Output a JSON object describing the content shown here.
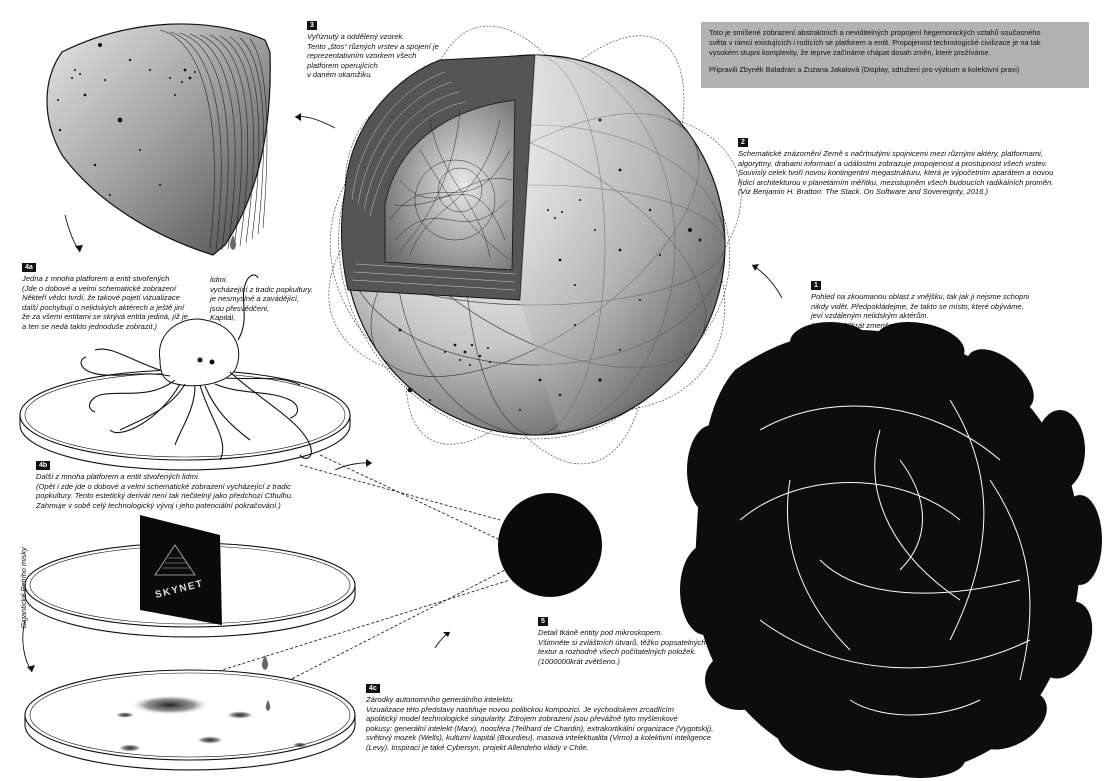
{
  "info_box": {
    "text": "Toto je smíšené zobrazení abstraktních a neviditelných propojení hegemonických vztahů současného\nsvěta v rámci existujících i rodících se platforem a entit. Propojenost technologické civilizace je na tak\nvysokém stupni komplexity, že teprve začínáme chápat dosah změn, které prožíváme.",
    "credits": "Připravili Zbyněk Baladrán a Zuzana Jakalová (Display, sdružení pro výzkum a kolektivní praxi)"
  },
  "captions": {
    "c1": {
      "num": "1",
      "text": "Pohled na zkoumanou oblast z vnějšku, tak jak ji nejsme schopni\nnikdy vidět. Předpokládejme, že takto se místo, které obýváme,\njeví vzdáleným nelidským aktérům.\n(100000000krát zmenšeno.)"
    },
    "c2": {
      "num": "2",
      "text": "Schematické znázornění Země s načrtnutými spojnicemi mezi různými aktéry, platformami,\nalgorytmy, drahami informací a událostmi zobrazuje propojenost a prostupnost všech vrstev.\nSouvislý celek tvoří novou kontingentní megastrukturu, která je výpočetním aparátem a novou\nřídicí architekturou v planetárním měřítku, mezistupněm všech budoucích radikálních proměn.\n(Viz Benjamin H. Bratton: The Stack. On Software and Sovereignty, 2016.)"
    },
    "c3": {
      "num": "3",
      "text": "Vyříznutý a oddělený vzorek.\nTento „štos“ různých vrstev a spojení je\nreprezentativním vzorkem všech\nplatforem operujících\nv daném okamžiku."
    },
    "c4a": {
      "num": "4a",
      "text": "Jedna z mnoha platforem a entit stvořených\n(Jde o dobové a velmi schematické zobrazení\nNěkteří vědci tvrdí, že takové pojetí vizualizace\ndalší pochybují o nelidských aktérech a ještě jiní\nže za všemi entitami se skrývá entita jediná, jíž je\na ten se nedá takto jednoduše zobrazit.)",
      "text2": "lidmi.\nvycházející z tradic popkultury.\nje nesmyslné a zavádějící,\njsou přesvědčeni,\nKapitál,"
    },
    "c4b": {
      "num": "4b",
      "text": "Další z mnoha platforem a entit          stvořených lidmi.\n(Opět i zde jde o dobové a velmi schematické zobrazení vycházející z tradic\npopkultury. Tento estetický derivát není tak nečitelný jako předchozí Cthulhu.\nZahrnuje v sobě celý technologický vývoj i jeho potenciální pokračování.)"
    },
    "c4c": {
      "num": "4c",
      "text": "Zárodky autonomního generálního intelektu.\nVizualizace této představy nastiňuje novou politickou kompozici. Je východiskem zrcadlícím\napolitický model technologické singularity. Zdrojem zobrazení jsou převážně tyto myšlenkové\npokusy: generální intelekt (Marx), noosféra (Teilhard de Chardin), extrakortikální organizace (Vygotskij),\nsvětový mozek (Wells), kulturní kapitál (Bourdieu), masová intelektualita (Virno) a kolektivní inteligence\n(Levy). Inspirací je také Cybersyn, projekt Allendeho vlády v Chile."
    },
    "c5": {
      "num": "5",
      "text": "Detail tkáně entity pod mikroskopem.\nVšimněte si zvláštních útvarů, těžko popsatelných\ntextur a rozhodně všech počítatelných položek.\n(1000000krát zvětšeno.)"
    }
  },
  "petri_label": "Gigantické Petriho misky",
  "skynet_logo": "SKYNET"
}
